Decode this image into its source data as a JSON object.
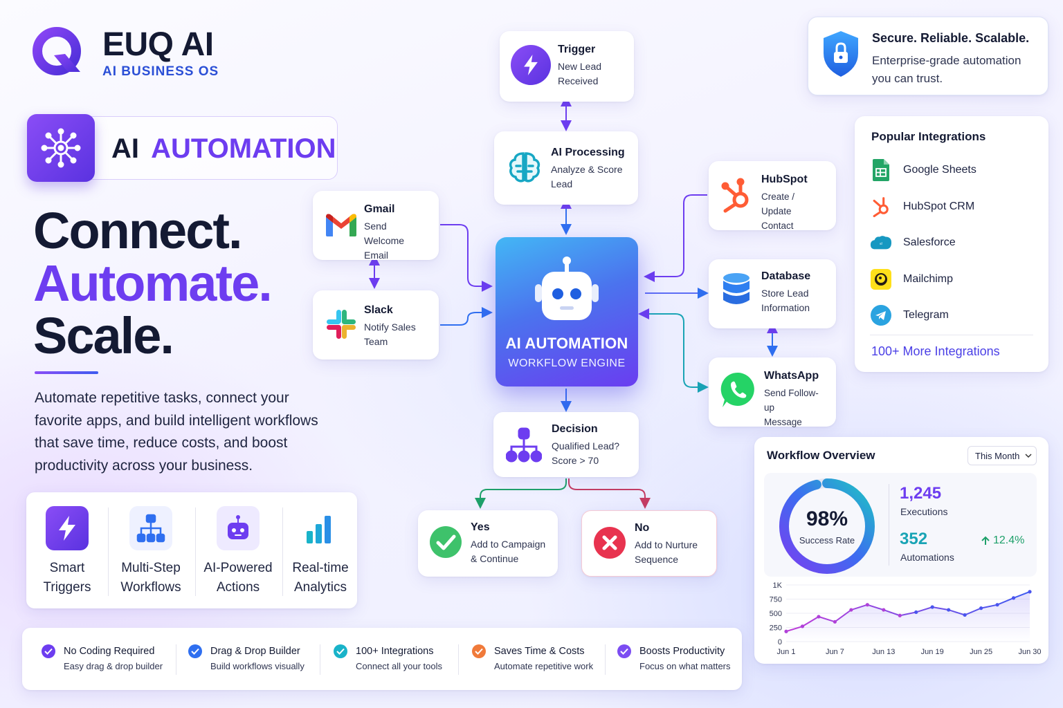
{
  "brand": {
    "name": "EUQ AI",
    "tagline": "AI BUSINESS OS",
    "logo_icon": "q-logo-icon",
    "colors": {
      "primary": "#6d3df0",
      "accent": "#2b4fd6",
      "dark": "#141a33"
    }
  },
  "badge": {
    "prefix": "AI",
    "highlight": "AUTOMATION",
    "icon": "network-gear-icon"
  },
  "hero": {
    "line1": "Connect.",
    "line2": "Automate.",
    "line3": "Scale.",
    "description": "Automate repetitive tasks, connect your favorite apps, and build intelligent workflows that save time, reduce costs, and boost productivity across your business."
  },
  "features": [
    {
      "label": "Smart\nTriggers",
      "icon": "lightning-icon"
    },
    {
      "label": "Multi-Step\nWorkflows",
      "icon": "workflow-icon"
    },
    {
      "label": "AI-Powered\nActions",
      "icon": "robot-icon"
    },
    {
      "label": "Real-time\nAnalytics",
      "icon": "bar-chart-icon"
    }
  ],
  "workflow": {
    "trigger": {
      "title": "Trigger",
      "sub": "New Lead\nReceived"
    },
    "ai_processing": {
      "title": "AI Processing",
      "sub": "Analyze & Score\nLead"
    },
    "gmail": {
      "title": "Gmail",
      "sub": "Send Welcome\nEmail"
    },
    "slack": {
      "title": "Slack",
      "sub": "Notify Sales\nTeam"
    },
    "engine": {
      "title": "AI AUTOMATION",
      "sub": "WORKFLOW ENGINE"
    },
    "hubspot": {
      "title": "HubSpot",
      "sub": "Create / Update\nContact"
    },
    "database": {
      "title": "Database",
      "sub": "Store Lead\nInformation"
    },
    "whatsapp": {
      "title": "WhatsApp",
      "sub": "Send Follow-up\nMessage"
    },
    "decision": {
      "title": "Decision",
      "sub": "Qualified Lead?\nScore > 70"
    },
    "yes": {
      "title": "Yes",
      "sub": "Add to Campaign\n& Continue"
    },
    "no": {
      "title": "No",
      "sub": "Add to Nurture\nSequence"
    }
  },
  "secure": {
    "title": "Secure. Reliable. Scalable.",
    "sub": "Enterprise-grade automation\nyou can trust.",
    "icon": "shield-lock-icon"
  },
  "integrations": {
    "title": "Popular Integrations",
    "items": [
      {
        "label": "Google Sheets",
        "icon": "google-sheets-icon"
      },
      {
        "label": "HubSpot CRM",
        "icon": "hubspot-icon"
      },
      {
        "label": "Salesforce",
        "icon": "salesforce-icon"
      },
      {
        "label": "Mailchimp",
        "icon": "mailchimp-icon"
      },
      {
        "label": "Telegram",
        "icon": "telegram-icon"
      }
    ],
    "more": "100+ More Integrations"
  },
  "overview": {
    "title": "Workflow Overview",
    "period": "This Month",
    "success_pct": "98%",
    "success_label": "Success Rate",
    "success_value": 0.98,
    "executions": "1,245",
    "executions_label": "Executions",
    "automations": "352",
    "automations_label": "Automations",
    "growth": "12.4%"
  },
  "chart_data": {
    "type": "line",
    "x": [
      "Jun 1",
      "Jun 3",
      "Jun 5",
      "Jun 7",
      "Jun 9",
      "Jun 11",
      "Jun 13",
      "Jun 15",
      "Jun 17",
      "Jun 19",
      "Jun 21",
      "Jun 23",
      "Jun 25",
      "Jun 27",
      "Jun 29",
      "Jun 30"
    ],
    "xticks": [
      "Jun 1",
      "Jun 7",
      "Jun 13",
      "Jun 19",
      "Jun 25",
      "Jun 30"
    ],
    "yticks": [
      "0",
      "250",
      "500",
      "750",
      "1K"
    ],
    "values": [
      180,
      270,
      440,
      350,
      560,
      650,
      560,
      460,
      520,
      610,
      560,
      470,
      590,
      650,
      770,
      880
    ],
    "ylim": [
      0,
      1000
    ]
  },
  "bottom_features": [
    {
      "title": "No Coding Required",
      "sub": "Easy drag & drop builder",
      "color": "#6d3df0"
    },
    {
      "title": "Drag & Drop Builder",
      "sub": "Build workflows visually",
      "color": "#2f6ff0"
    },
    {
      "title": "100+ Integrations",
      "sub": "Connect all your tools",
      "color": "#19b3c9"
    },
    {
      "title": "Saves Time & Costs",
      "sub": "Automate repetitive work",
      "color": "#f07a3a"
    },
    {
      "title": "Boosts Productivity",
      "sub": "Focus on what matters",
      "color": "#7c4df2"
    }
  ]
}
